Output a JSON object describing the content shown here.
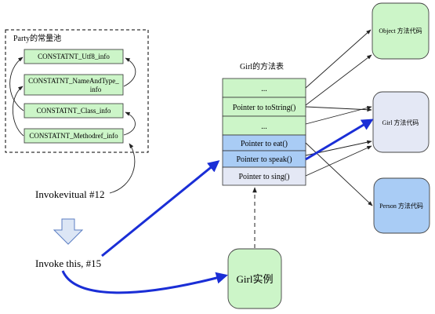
{
  "pool": {
    "title": "Party的常量池",
    "entries": [
      "CONSTATNT_Utf8_info",
      "CONSTATNT_NameAndType_",
      "info",
      "CONSTATNT_Class_info",
      "CONSTATNT_Methodref_info"
    ]
  },
  "method_table": {
    "title": "Girl的方法表",
    "rows": [
      "...",
      "Pointer to toString()",
      "...",
      "Pointer to eat()",
      "Pointer to speak()",
      "Pointer to sing()"
    ]
  },
  "code_boxes": {
    "object": "Object 方法代码",
    "girl": "Girl 方法代码",
    "person": "Person 方法代码"
  },
  "instructions": {
    "invokevirtual": "Invokevitual #12",
    "invoke_this": "Invoke this, #15"
  },
  "instance": "Girl实例",
  "colors": {
    "green_fill": "#ccf5c8",
    "blue_fill": "#a9ccf5",
    "lavender_fill": "#e4e8f5",
    "arrow_blue": "#1a2ed6"
  }
}
